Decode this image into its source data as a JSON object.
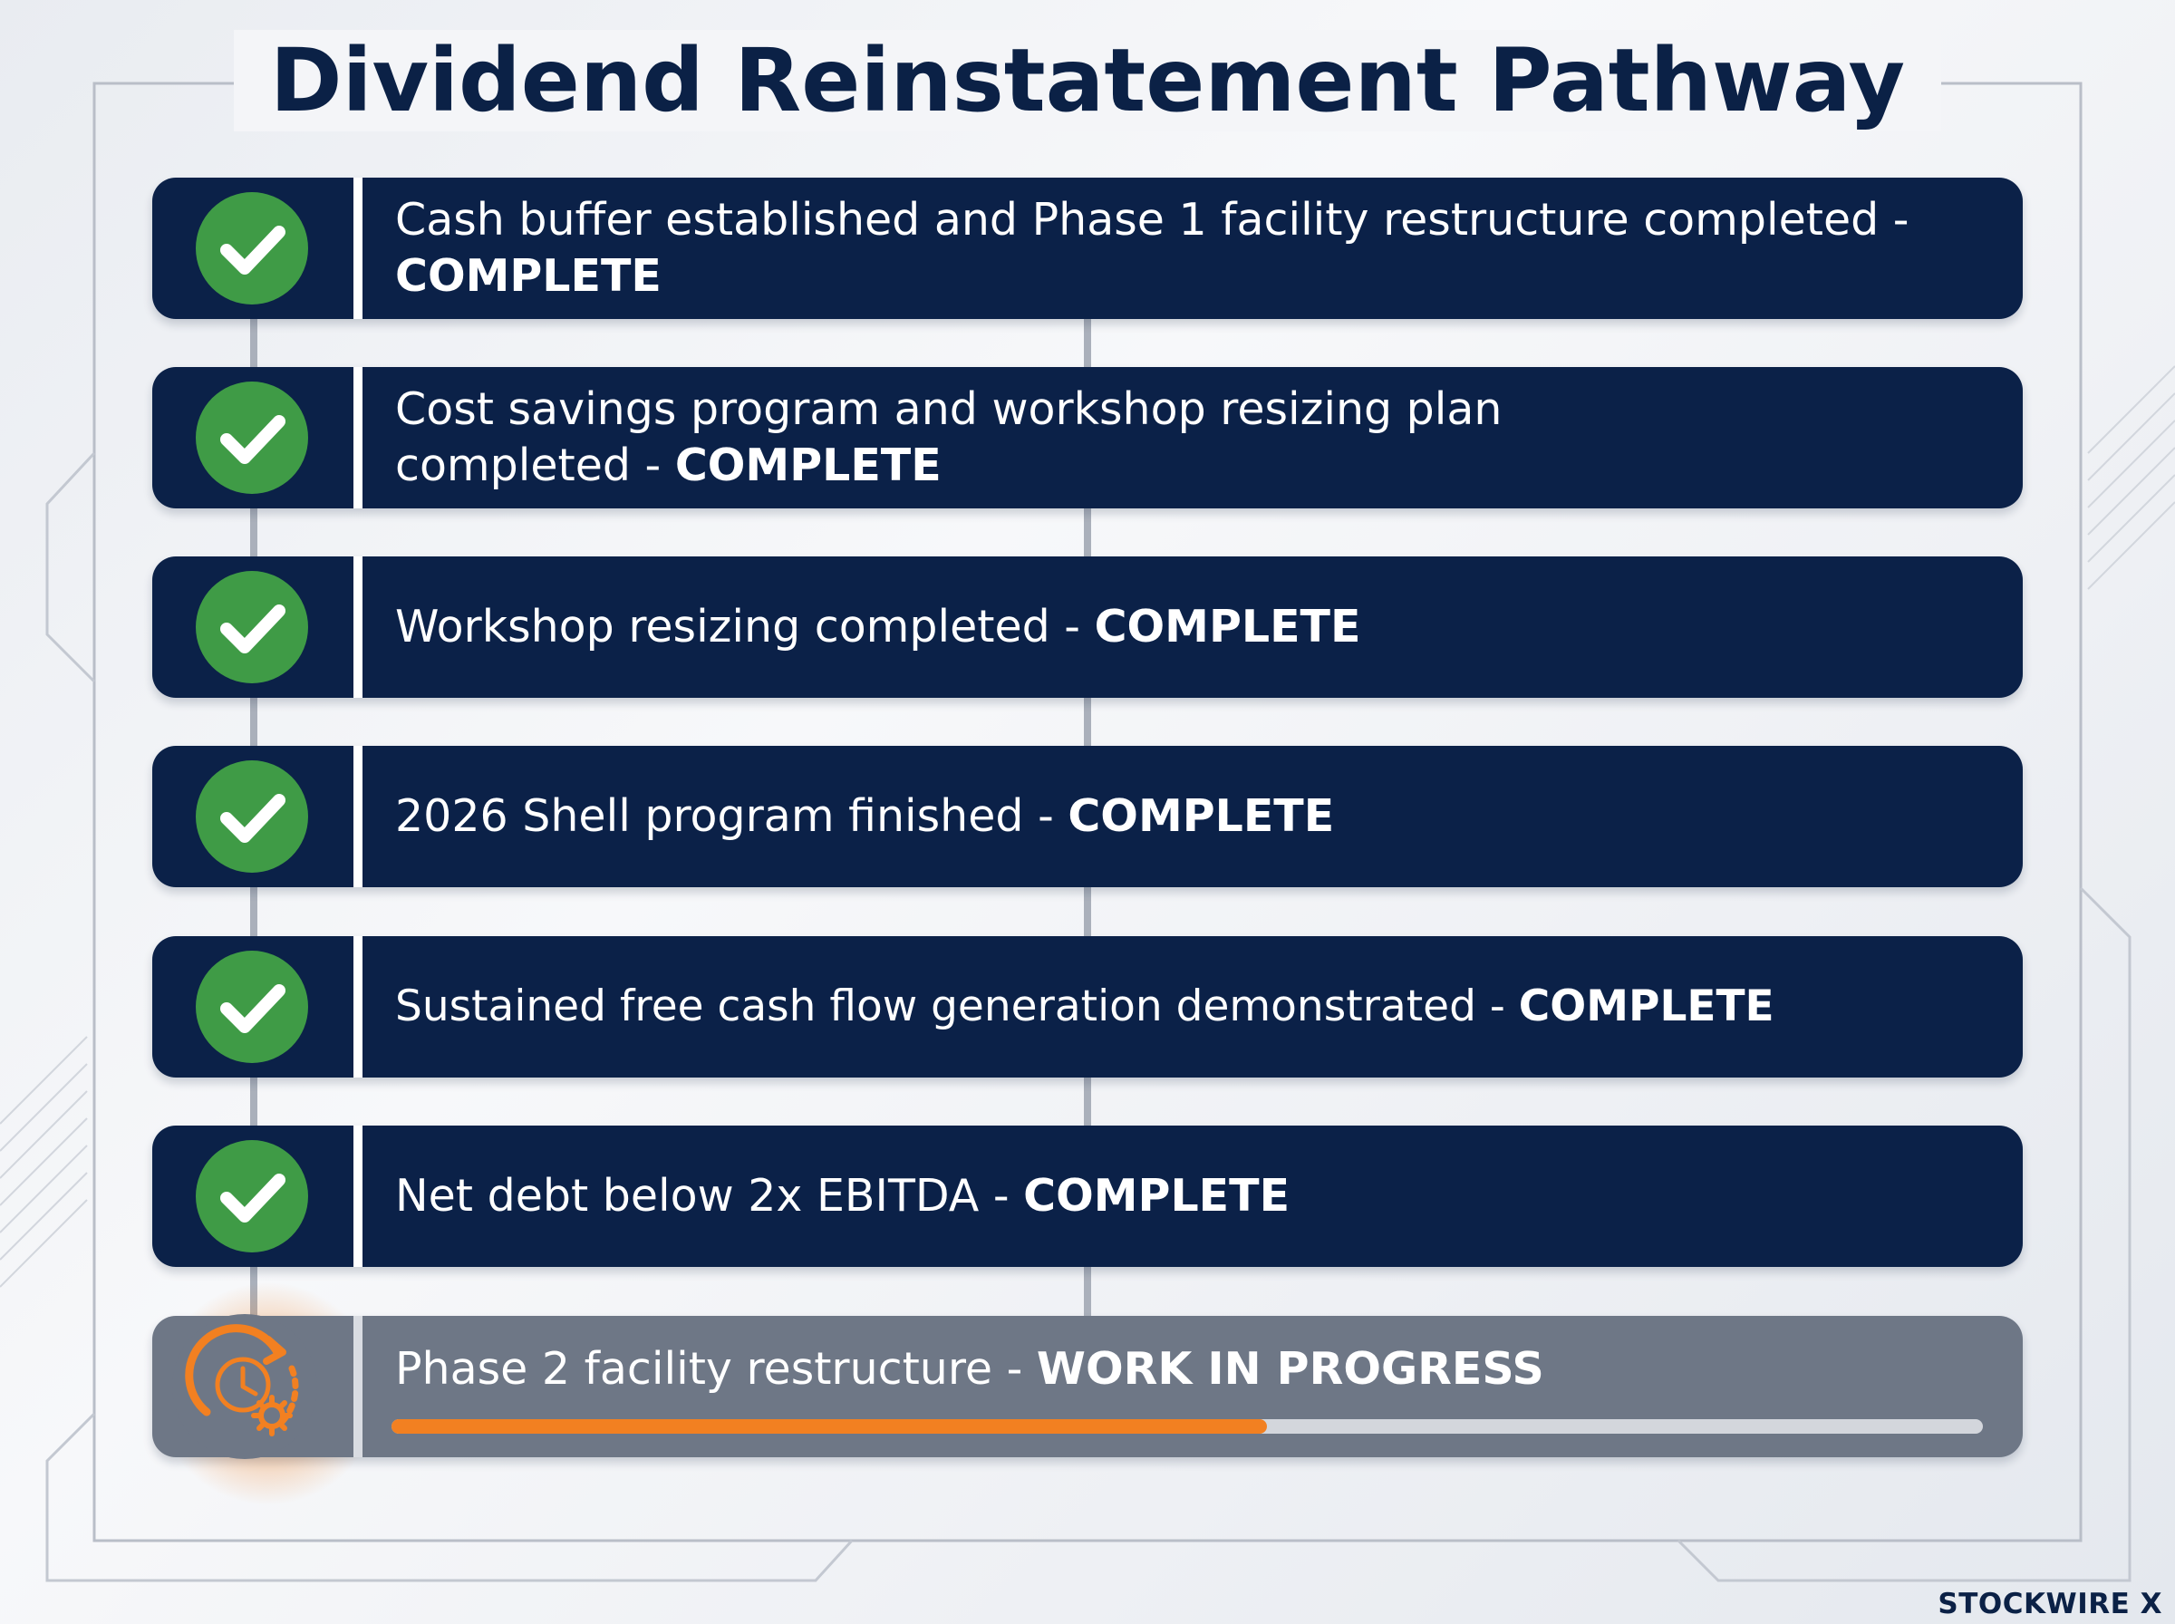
{
  "title": "Dividend Reinstatement Pathway",
  "brand": "STOCKWIRE X",
  "colors": {
    "navy": "#0b2148",
    "complete_green": "#3f9b46",
    "progress_gray": "#6e7786",
    "progress_orange": "#f28021",
    "track_gray": "#d3d6dc"
  },
  "milestones": [
    {
      "text": "Cash buffer established and Phase 1 facility restructure completed -",
      "status": "COMPLETE",
      "icon": "check-circle-icon"
    },
    {
      "text": "Cost savings program and workshop resizing plan completed -",
      "status": "COMPLETE",
      "icon": "check-circle-icon"
    },
    {
      "text": "Workshop resizing completed -",
      "status": "COMPLETE",
      "icon": "check-circle-icon"
    },
    {
      "text": "2026 Shell program finished -",
      "status": "COMPLETE",
      "icon": "check-circle-icon"
    },
    {
      "text": "Sustained free cash flow generation demonstrated -",
      "status": "COMPLETE",
      "icon": "check-circle-icon"
    },
    {
      "text": "Net debt below 2x EBITDA -",
      "status": "COMPLETE",
      "icon": "check-circle-icon"
    },
    {
      "text": "Phase 2 facility restructure -",
      "status": "WORK IN PROGRESS",
      "icon": "clock-gear-icon",
      "progress_fraction": 0.55
    }
  ]
}
